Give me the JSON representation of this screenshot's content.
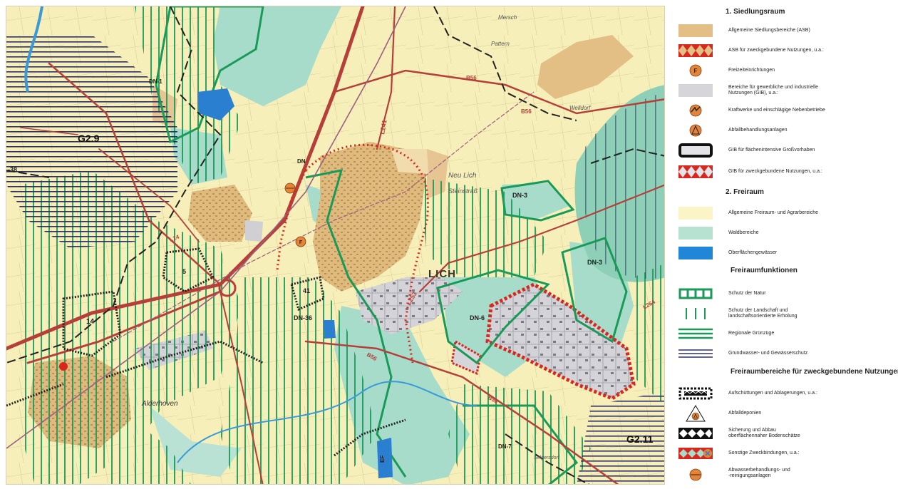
{
  "map": {
    "place_labels": [
      {
        "text": "LICH",
        "kind": "town"
      },
      {
        "text": "Neu Lich",
        "kind": "village"
      },
      {
        "text": "Steinstraß",
        "kind": "village"
      },
      {
        "text": "Welldorf",
        "kind": "village"
      },
      {
        "text": "Mersch",
        "kind": "village"
      },
      {
        "text": "Pattern",
        "kind": "village"
      },
      {
        "text": "Selgersdorf",
        "kind": "village"
      },
      {
        "text": "Alderhoven",
        "kind": "village"
      }
    ],
    "area_labels": [
      {
        "text": "G2.9"
      },
      {
        "text": "G2.11"
      },
      {
        "text": "DN-1"
      },
      {
        "text": "DN-3"
      },
      {
        "text": "DN-3"
      },
      {
        "text": "DN-6"
      },
      {
        "text": "DN-7"
      },
      {
        "text": "DN-36"
      },
      {
        "text": "DN"
      },
      {
        "text": "EF"
      },
      {
        "text": "14"
      },
      {
        "text": "41"
      },
      {
        "text": "5"
      },
      {
        "text": "-38"
      }
    ],
    "road_labels": [
      {
        "text": "L241"
      },
      {
        "text": "L253"
      },
      {
        "text": "L14"
      },
      {
        "text": "B56"
      },
      {
        "text": "B56"
      },
      {
        "text": "B56"
      },
      {
        "text": "B56"
      },
      {
        "text": "L264"
      }
    ],
    "colors": {
      "freiraum": "#f7efb9",
      "siedlung": "#e3bf85",
      "gib": "#cfcfd4",
      "wald": "#9ed7c3",
      "wasser": "#2b7fd0",
      "natur": "#1a9a58",
      "grundwasser": "#2b2f6a",
      "road": "#b5403a",
      "boundary": "#222222",
      "zweck": "#d8281e"
    }
  },
  "legend": {
    "section1": "1. Siedlungsraum",
    "section2": "2. Freiraum",
    "sub1": "Freiraumfunktionen",
    "sub2": "Freiraumbereiche für zweckgebundene Nutzungen",
    "items": [
      {
        "label": "Allgemeine Siedlungsbereiche (ASB)",
        "icon": "asb-swatch"
      },
      {
        "label": "ASB für zweckgebundene Nutzungen, u.a.:",
        "icon": "asb-zweck-swatch"
      },
      {
        "label": "Freizeiteinrichtungen",
        "icon": "freizeit-icon",
        "glyph": "F"
      },
      {
        "label": "Bereiche für gewerbliche und industrielle\nNutzungen (GIB), u.a.:",
        "icon": "gib-swatch"
      },
      {
        "label": "Kraftwerke und einschlägige Nebenbetriebe",
        "icon": "kraftwerk-icon"
      },
      {
        "label": "Abfallbehandlungsanlagen",
        "icon": "abfall-icon"
      },
      {
        "label": "GIB für flächenintensive Großvorhaben",
        "icon": "gib-gross-swatch"
      },
      {
        "label": "GIB für zweckgebundene Nutzungen, u.a.:",
        "icon": "gib-zweck-swatch"
      },
      {
        "label": "Allgemeine Freiraum- und Agrarbereiche",
        "icon": "freiraum-swatch"
      },
      {
        "label": "Waldbereiche",
        "icon": "wald-swatch"
      },
      {
        "label": "Oberflächengewässer",
        "icon": "wasser-swatch"
      },
      {
        "label": "Schutz der Natur",
        "icon": "natur-icon"
      },
      {
        "label": "Schutz der Landschaft und\nlandschaftsorientierte Erholung",
        "icon": "landschaft-icon"
      },
      {
        "label": "Regionale Grünzüge",
        "icon": "gruenzug-icon"
      },
      {
        "label": "Grundwasser- und Gewässerschutz",
        "icon": "grundwasser-icon"
      },
      {
        "label": "Aufschüttungen und Ablagerungen, u.a.:",
        "icon": "aufschuettung-icon"
      },
      {
        "label": "Abfalldeponien",
        "icon": "deponie-icon"
      },
      {
        "label": "Sicherung und Abbau\noberflächennaher Bodenschätze",
        "icon": "bodenschaetze-icon"
      },
      {
        "label": "Sonstige Zweckbindungen, u.a.:",
        "icon": "sonstige-icon"
      },
      {
        "label": "Abwasserbehandlungs- und\n-reinigungsanlagen",
        "icon": "abwasser-icon"
      }
    ]
  }
}
